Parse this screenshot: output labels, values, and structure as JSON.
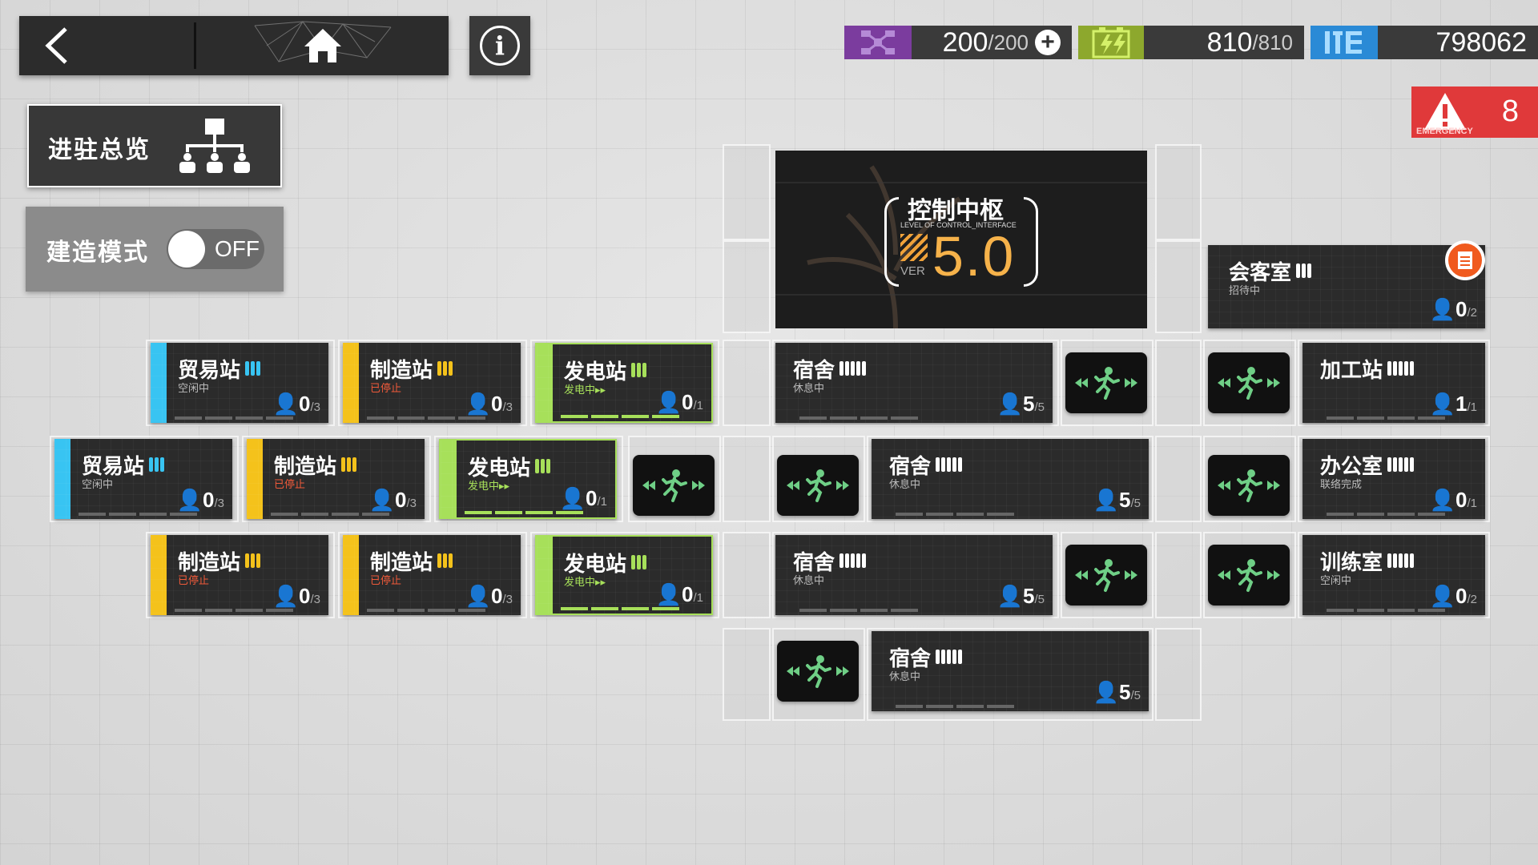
{
  "resources": {
    "drone": {
      "value": "200",
      "max": "/200",
      "icon": "drone-icon",
      "color": "#7b3c9e"
    },
    "power": {
      "value": "810",
      "max": "/810",
      "icon": "battery-icon",
      "color": "#a6c43a"
    },
    "trust": {
      "value": "798062",
      "icon": "trust-icon",
      "color": "#2a8ad6"
    }
  },
  "emergency": {
    "count": "8",
    "label": "EMERGENCY",
    "color": "#e0393a"
  },
  "left_panel": {
    "overview_label": "进驻总览",
    "build_mode_label": "建造模式",
    "build_mode_state": "OFF"
  },
  "control_center": {
    "title": "控制中枢",
    "subtitle": "LEVEL OF CONTROL_INTERFACE",
    "ver_label": "VER",
    "version": "5.0"
  },
  "reception": {
    "name": "会客室",
    "status": "招待中",
    "count": "0",
    "max": "/2"
  },
  "left_rooms": [
    {
      "name": "贸易站",
      "status": "空闲中",
      "count": "0",
      "max": "/3",
      "type": "trade"
    },
    {
      "name": "制造站",
      "status": "已停止",
      "count": "0",
      "max": "/3",
      "type": "factory"
    },
    {
      "name": "发电站",
      "status": "发电中▸▸",
      "count": "0",
      "max": "/1",
      "type": "power"
    },
    {
      "name": "贸易站",
      "status": "空闲中",
      "count": "0",
      "max": "/3",
      "type": "trade"
    },
    {
      "name": "制造站",
      "status": "已停止",
      "count": "0",
      "max": "/3",
      "type": "factory"
    },
    {
      "name": "发电站",
      "status": "发电中▸▸",
      "count": "0",
      "max": "/1",
      "type": "power"
    },
    {
      "name": "制造站",
      "status": "已停止",
      "count": "0",
      "max": "/3",
      "type": "factory"
    },
    {
      "name": "制造站",
      "status": "已停止",
      "count": "0",
      "max": "/3",
      "type": "factory"
    },
    {
      "name": "发电站",
      "status": "发电中▸▸",
      "count": "0",
      "max": "/1",
      "type": "power"
    }
  ],
  "dorms": [
    {
      "name": "宿舍",
      "status": "休息中",
      "count": "5",
      "max": "/5"
    },
    {
      "name": "宿舍",
      "status": "休息中",
      "count": "5",
      "max": "/5"
    },
    {
      "name": "宿舍",
      "status": "休息中",
      "count": "5",
      "max": "/5"
    },
    {
      "name": "宿舍",
      "status": "休息中",
      "count": "5",
      "max": "/5"
    }
  ],
  "right_rooms": [
    {
      "name": "加工站",
      "status": "",
      "count": "1",
      "max": "/1"
    },
    {
      "name": "办公室",
      "status": "联络完成",
      "count": "0",
      "max": "/1"
    },
    {
      "name": "训练室",
      "status": "空闲中",
      "count": "0",
      "max": "/2"
    }
  ],
  "colors": {
    "trade": "#38c4f2",
    "factory": "#f4c21b",
    "power": "#a7e05a",
    "stopped": "#f05a3a"
  }
}
